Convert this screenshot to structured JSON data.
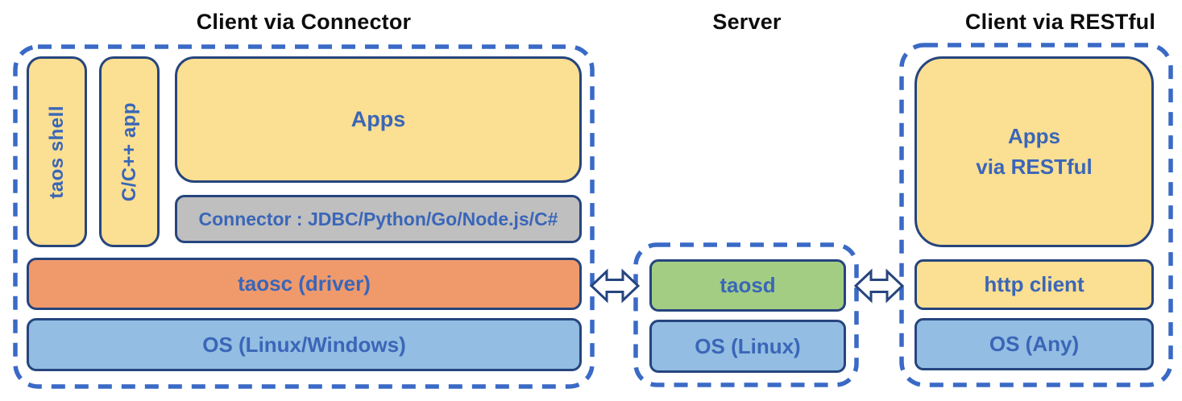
{
  "diagram": {
    "kind": "architecture-diagram",
    "titles": {
      "left": "Client via Connector",
      "server": "Server",
      "right": "Client via RESTful"
    },
    "client_connector_section": {
      "taos_shell": "taos shell",
      "cpp_app": "C/C++ app",
      "apps": "Apps",
      "connector": "Connector : JDBC/Python/Go/Node.js/C#",
      "taosc": "taosc (driver)",
      "os": "OS (Linux/Windows)"
    },
    "server_section": {
      "taosd": "taosd",
      "os": "OS (Linux)"
    },
    "client_restful_section": {
      "apps_line1": "Apps",
      "apps_line2": "via RESTful",
      "http_client": "http client",
      "os": "OS (Any)"
    },
    "icons": {
      "left_link": "bidirectional-arrow",
      "right_link": "bidirectional-arrow"
    },
    "colors": {
      "box_yellow": "#FBDF92",
      "box_gray": "#BFBFBF",
      "box_orange": "#F09A6C",
      "box_blue": "#93BDE2",
      "box_green": "#A4CD84",
      "box_border_navy": "#26457E",
      "label_blue": "#3A66B8",
      "dashed_frame_blue": "#3A6AC6",
      "title_black": "#0D0D0D",
      "background": "#FFFFFF"
    }
  }
}
